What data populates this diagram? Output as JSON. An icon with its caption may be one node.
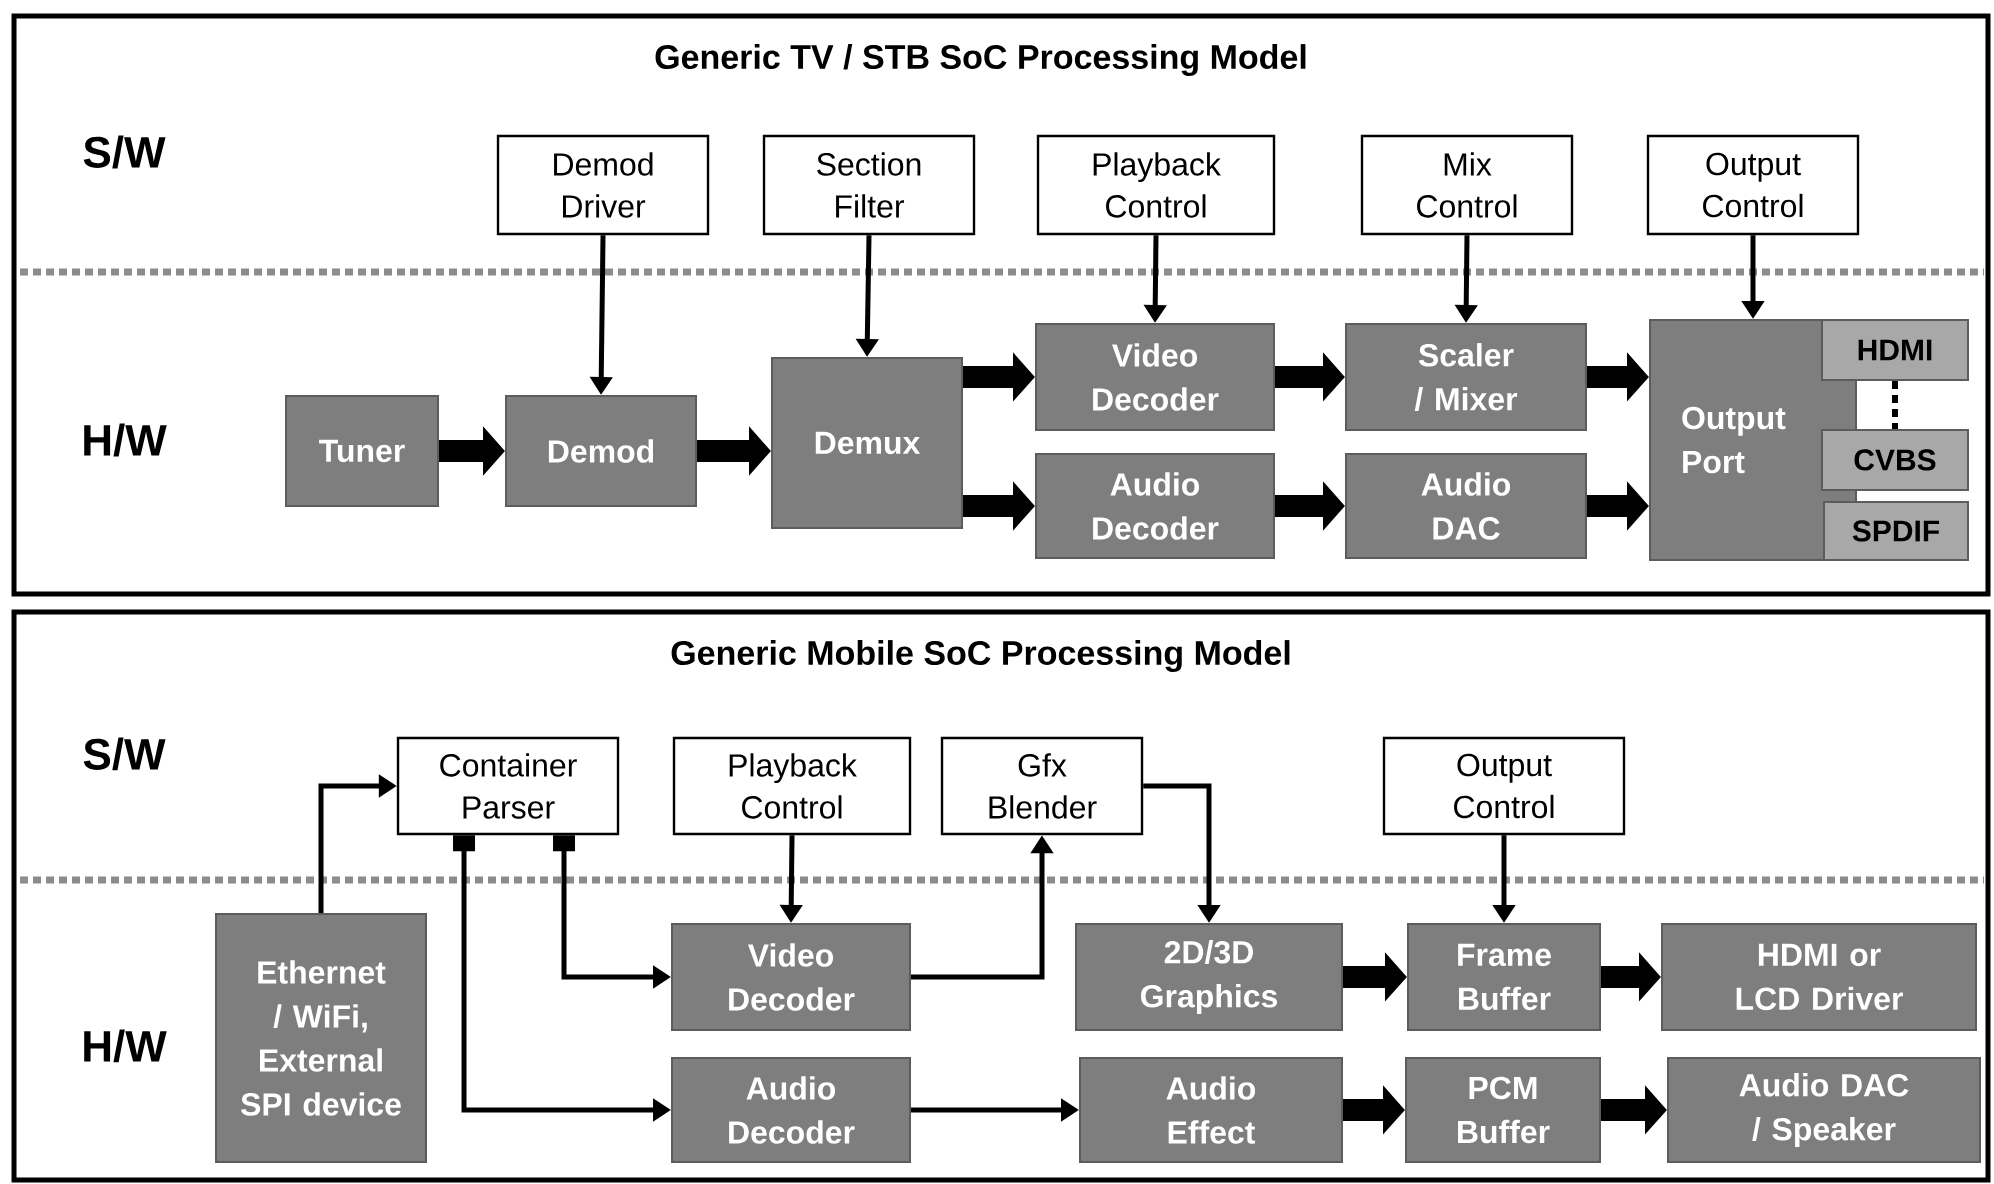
{
  "diagram": {
    "nodes": [
      {
        "text": [
          "Generic TV / STB SoC Processing Model"
        ]
      },
      {
        "text": [
          "Demod Driver"
        ],
        "in": 0
      },
      {
        "text": [
          "Section Filter"
        ],
        "in": 0
      },
      {
        "text": [
          "Playback Control"
        ],
        "in": 0
      },
      {
        "text": [
          "Mix Control"
        ],
        "in": 0
      },
      {
        "text": [
          "Output Control"
        ],
        "in": 0
      },
      {
        "text": [
          "Tuner"
        ],
        "in": 0
      },
      {
        "text": [
          "Demod"
        ],
        "in": 0
      },
      {
        "text": [
          "Demux"
        ],
        "in": 0
      },
      {
        "text": [
          "Video Decoder"
        ],
        "in": 0
      },
      {
        "text": [
          "Audio Decoder"
        ],
        "in": 0
      },
      {
        "text": [
          "Scaler / Mixer"
        ],
        "in": 0
      },
      {
        "text": [
          "Audio DAC"
        ],
        "in": 0
      },
      {
        "text": [
          "Output Port"
        ],
        "in": 0
      },
      {
        "text": [
          "HDMI"
        ],
        "in": 0
      },
      {
        "text": [
          "CVBS"
        ],
        "in": 0
      },
      {
        "text": [
          "SPDIF"
        ],
        "in": 0
      },
      {
        "text": [
          "Generic Mobile SoC Processing Model"
        ]
      },
      {
        "text": [
          "Container Parser"
        ],
        "in": 17
      },
      {
        "text": [
          "Playback Control"
        ],
        "in": 17
      },
      {
        "text": [
          "Gfx Blender"
        ],
        "in": 17
      },
      {
        "text": [
          "Output Control"
        ],
        "in": 17
      },
      {
        "text": [
          "Ethernet / WiFi, External SPI device"
        ],
        "in": 17
      },
      {
        "text": [
          "Video Decoder"
        ],
        "in": 17
      },
      {
        "text": [
          "Audio Decoder"
        ],
        "in": 17
      },
      {
        "text": [
          "2D/3D Graphics"
        ],
        "in": 17
      },
      {
        "text": [
          "Frame Buffer"
        ],
        "in": 17
      },
      {
        "text": [
          "HDMI or LCD Driver"
        ],
        "in": 17
      },
      {
        "text": [
          "Audio Effect"
        ],
        "in": 17
      },
      {
        "text": [
          "PCM Buffer"
        ],
        "in": 17
      },
      {
        "text": [
          "Audio DAC / Speaker"
        ],
        "in": 17
      }
    ],
    "edges": [
      {
        "from": 1,
        "to": 7,
        "arrow": "to"
      },
      {
        "from": 2,
        "to": 8,
        "arrow": "to"
      },
      {
        "from": 3,
        "to": 9,
        "arrow": "to"
      },
      {
        "from": 4,
        "to": 11,
        "arrow": "to"
      },
      {
        "from": 5,
        "to": 13,
        "arrow": "to"
      },
      {
        "from": 6,
        "to": 7,
        "arrow": "to",
        "style": "thick"
      },
      {
        "from": 7,
        "to": 8,
        "arrow": "to",
        "style": "thick"
      },
      {
        "from": 8,
        "to": 9,
        "arrow": "to",
        "style": "thick"
      },
      {
        "from": 8,
        "to": 10,
        "arrow": "to",
        "style": "thick"
      },
      {
        "from": 9,
        "to": 11,
        "arrow": "to",
        "style": "thick"
      },
      {
        "from": 10,
        "to": 12,
        "arrow": "to",
        "style": "thick"
      },
      {
        "from": 11,
        "to": 13,
        "arrow": "to",
        "style": "thick"
      },
      {
        "from": 12,
        "to": 13,
        "arrow": "to",
        "style": "thick"
      },
      {
        "from": 14,
        "to": 15,
        "arrow": "none",
        "style": "dashed"
      },
      {
        "from": 22,
        "to": 18,
        "arrow": "to"
      },
      {
        "from": 19,
        "to": 23,
        "arrow": "to"
      },
      {
        "from": 20,
        "to": 25,
        "arrow": "to"
      },
      {
        "from": 21,
        "to": 26,
        "arrow": "to"
      },
      {
        "from": 18,
        "to": 23,
        "arrow": "to"
      },
      {
        "from": 18,
        "to": 24,
        "arrow": "to"
      },
      {
        "from": 23,
        "to": 20,
        "arrow": "to"
      },
      {
        "from": 24,
        "to": 28,
        "arrow": "to"
      },
      {
        "from": 25,
        "to": 26,
        "arrow": "to",
        "style": "thick"
      },
      {
        "from": 26,
        "to": 27,
        "arrow": "to",
        "style": "thick"
      },
      {
        "from": 28,
        "to": 29,
        "arrow": "to",
        "style": "thick"
      },
      {
        "from": 29,
        "to": 30,
        "arrow": "to",
        "style": "thick"
      }
    ],
    "labels": [
      "S/W",
      "H/W",
      "S/W",
      "H/W"
    ]
  }
}
